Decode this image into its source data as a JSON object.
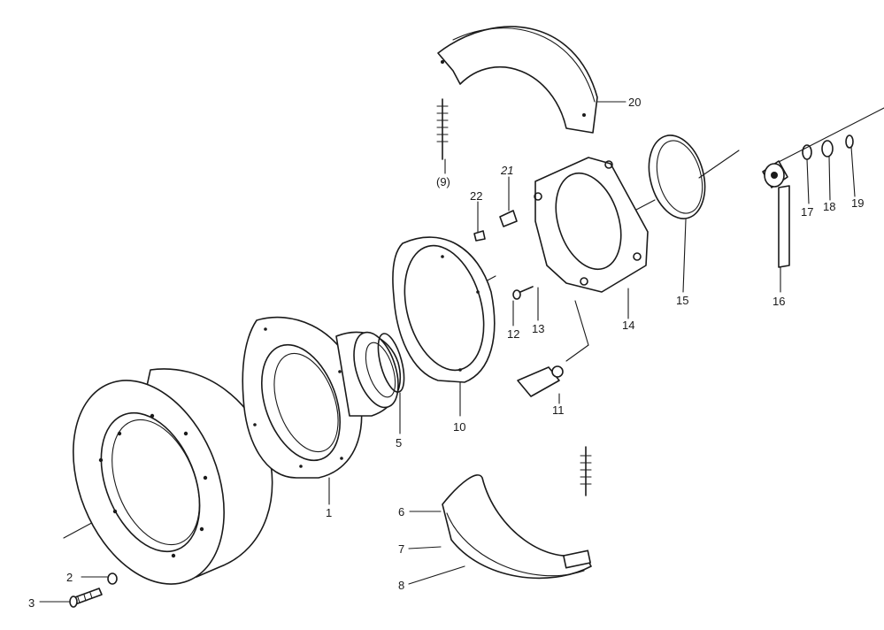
{
  "labels": {
    "p1": "1",
    "p2": "2",
    "p3": "3",
    "p5": "5",
    "p6": "6",
    "p7": "7",
    "p8": "8",
    "p9": "(9)",
    "p10": "10",
    "p11": "11",
    "p12": "12",
    "p13": "13",
    "p14": "14",
    "p15": "15",
    "p16": "16",
    "p17": "17",
    "p18": "18",
    "p19": "19",
    "p20": "20",
    "p21": "21",
    "p22": "22"
  }
}
